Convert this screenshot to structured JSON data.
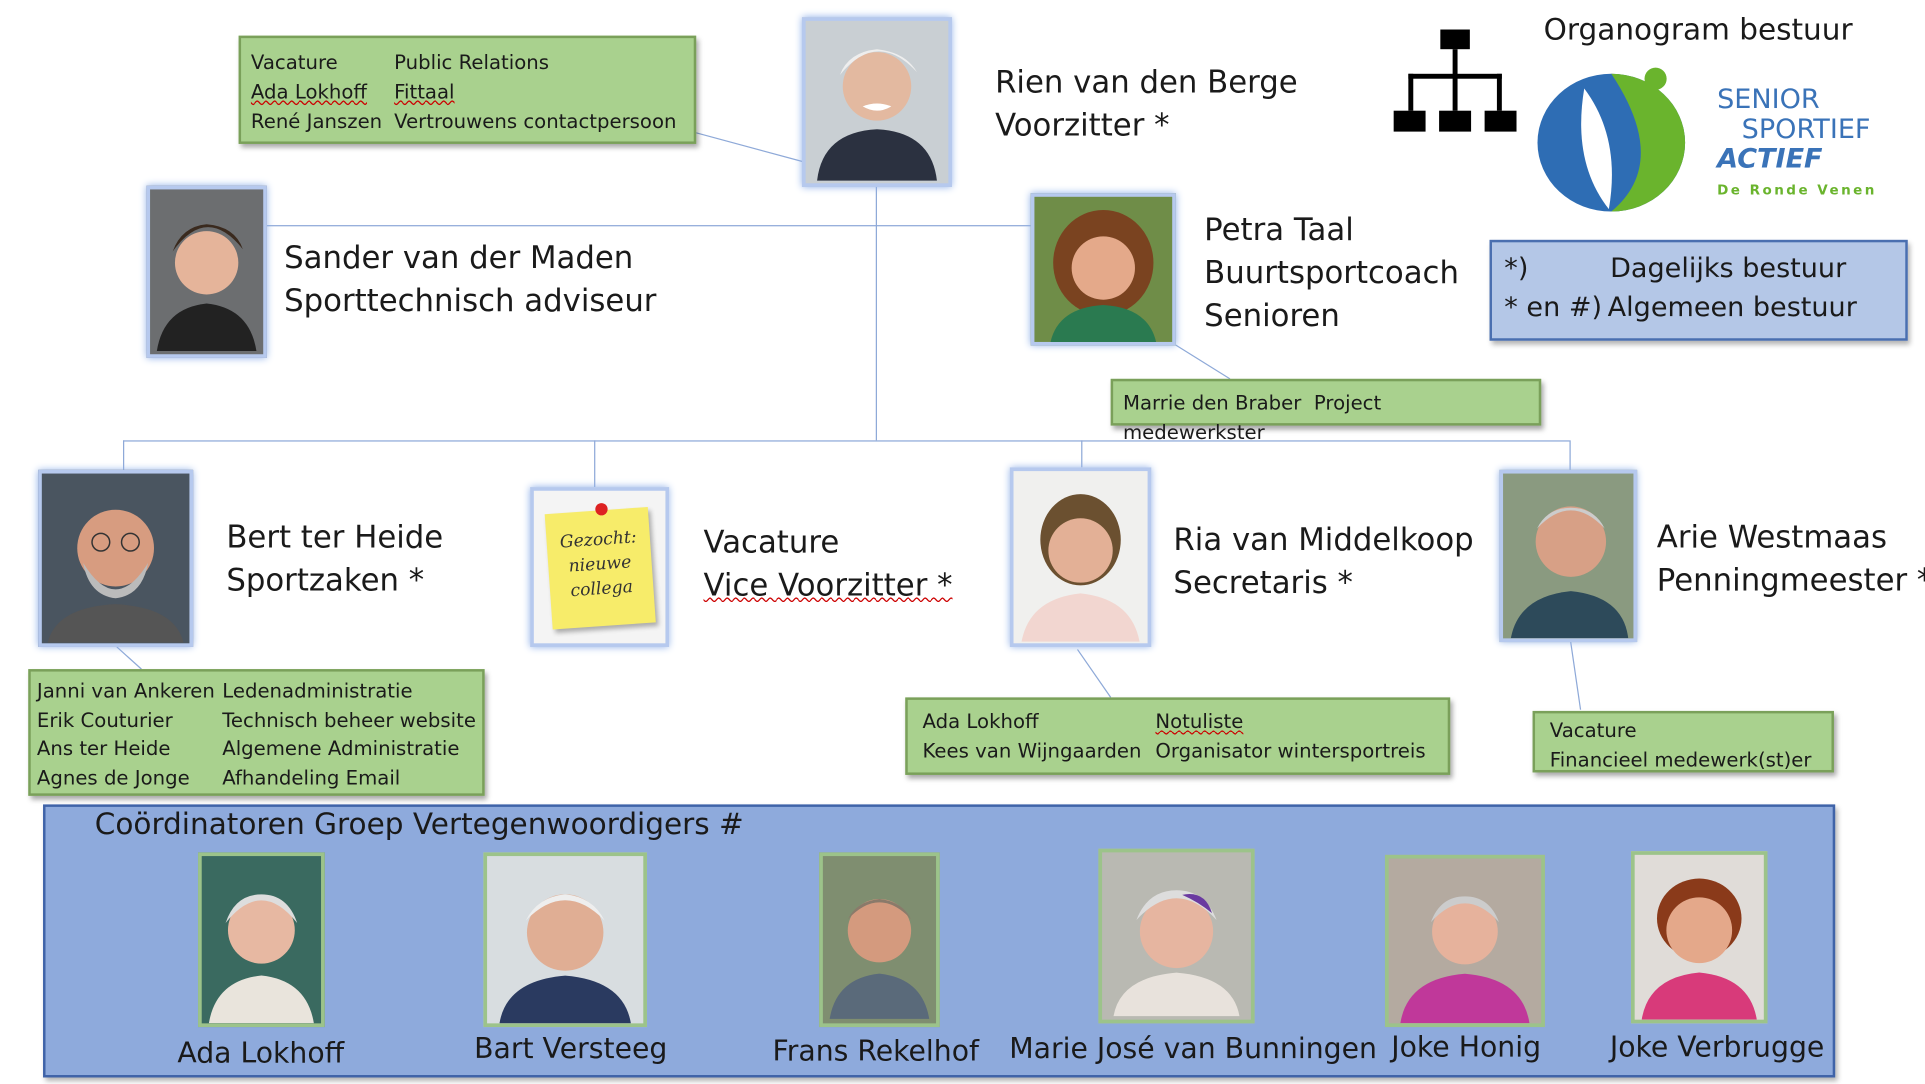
{
  "title": "Organogram bestuur",
  "logo": {
    "line1": "SENIOR",
    "line2": "SPORTIEF",
    "line3": "ACTIEF",
    "sub": "De Ronde Venen",
    "colors": {
      "blue": "#2e6db4",
      "green": "#6ab42d",
      "text": "#3a73b8"
    }
  },
  "legend": [
    {
      "key": "*)",
      "label": "Dagelijks bestuur"
    },
    {
      "key": "* en #)",
      "label": "Algemeen bestuur"
    }
  ],
  "chair": {
    "name": "Rien van den Berge",
    "role": "Voorzitter *"
  },
  "chair_box": [
    {
      "name": "Vacature",
      "role": "Public Relations"
    },
    {
      "name": "Ada Lokhoff",
      "role": "Fittaal"
    },
    {
      "name": "René Janszen",
      "role": "Vertrouwens contactpersoon"
    }
  ],
  "advisor": {
    "name": "Sander van der Maden",
    "role": "Sporttechnisch adviseur"
  },
  "coach": {
    "name": "Petra Taal",
    "role": "Buurtsportcoach",
    "role2": "Senioren"
  },
  "coach_box": {
    "name": "Marrie den Braber",
    "role": "Project medewerkster"
  },
  "board": [
    {
      "name": "Bert ter Heide",
      "role": "Sportzaken *"
    },
    {
      "name": "Vacature",
      "role": "Vice Voorzitter *",
      "note": [
        "Gezocht:",
        "nieuwe",
        "collega"
      ]
    },
    {
      "name": "Ria van Middelkoop",
      "role": "Secretaris *"
    },
    {
      "name": "Arie Westmaas",
      "role": "Penningmeester *"
    }
  ],
  "bert_box": [
    {
      "name": "Janni van Ankeren",
      "role": "Ledenadministratie"
    },
    {
      "name": "Erik Couturier",
      "role": "Technisch beheer website"
    },
    {
      "name": "Ans ter Heide",
      "role": "Algemene Administratie"
    },
    {
      "name": "Agnes de Jonge",
      "role": "Afhandeling Email"
    }
  ],
  "ria_box": [
    {
      "name": "Ada Lokhoff",
      "role": "Notuliste"
    },
    {
      "name": "Kees van Wijngaarden",
      "role": "Organisator wintersportreis"
    }
  ],
  "arie_box": {
    "name": "Vacature",
    "role": "Financieel medewerk(st)er"
  },
  "coordinators": {
    "title": "Coördinatoren Groep Vertegenwoordigers #",
    "members": [
      "Ada Lokhoff",
      "Bart Versteeg",
      "Frans Rekelhof",
      "Marie José van Bunningen",
      "Joke Honig",
      "Joke Verbrugge"
    ]
  }
}
